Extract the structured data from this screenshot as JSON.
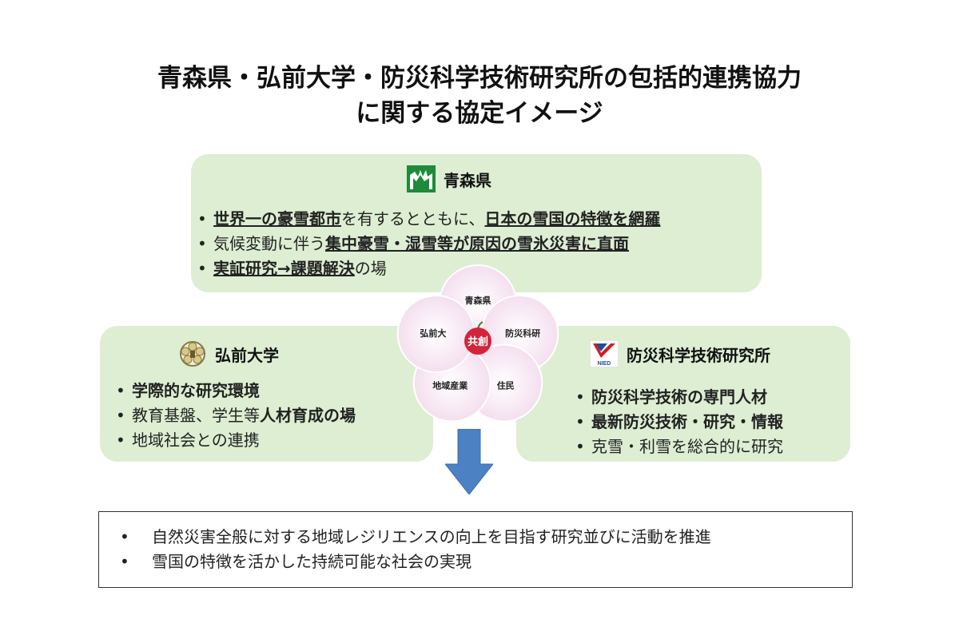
{
  "title": {
    "line1": "青森県・弘前大学・防災科学技術研究所の包括的連携協力",
    "line2": "に関する協定イメージ"
  },
  "colors": {
    "box_bg": "#ddeed2",
    "petal_fill": "#f2d8ec",
    "center_red": "#d4243a",
    "arrow_blue": "#4c82c3"
  },
  "aomori": {
    "name": "青森県",
    "logo_icon": "aomori-prefecture-emblem-icon",
    "items": [
      {
        "bullet": "•",
        "bold1": "世界一の豪雪都市",
        "text1": "を有するとともに、",
        "bold2": "日本の雪国の特徴を網羅",
        "text2": ""
      },
      {
        "bullet": "•",
        "bold1": "",
        "text1": "気候変動に伴う",
        "bold2": "集中豪雪・湿雪等が原因の雪氷災害に直面",
        "text2": ""
      },
      {
        "bullet": "•",
        "bold1": "実証研究→課題解決",
        "text1": "の場",
        "bold2": "",
        "text2": ""
      }
    ]
  },
  "hirosaki": {
    "name": "弘前大学",
    "logo_icon": "hirosaki-university-crest-icon",
    "items": [
      {
        "bullet": "•",
        "pre": "",
        "bold": "学際的な研究環境"
      },
      {
        "bullet": "•",
        "pre": "教育基盤、学生等",
        "bold": "人材育成の場"
      },
      {
        "bullet": "•",
        "pre": "地域社会との連携",
        "bold": ""
      }
    ]
  },
  "nied": {
    "name": "防災科学技術研究所",
    "logo_icon": "nied-logo-icon",
    "logo_text": "NIED",
    "items": [
      {
        "bullet": "•",
        "pre": "",
        "bold": "防災科学技術の専門人材"
      },
      {
        "bullet": "•",
        "pre": "",
        "bold": "最新防災技術・研究・情報"
      },
      {
        "bullet": "•",
        "pre": "克雪・利雪を総合的に研究",
        "bold": ""
      }
    ]
  },
  "flower": {
    "center_label": "共創",
    "petals": [
      "青森県",
      "防災科研",
      "住民",
      "地域産業",
      "弘前大"
    ]
  },
  "result": {
    "items": [
      {
        "bullet": "•",
        "text": "自然災害全般に対する地域レジリエンスの向上を目指す研究並びに活動を推進"
      },
      {
        "bullet": "•",
        "text": "雪国の特徴を活かした持続可能な社会の実現"
      }
    ]
  }
}
